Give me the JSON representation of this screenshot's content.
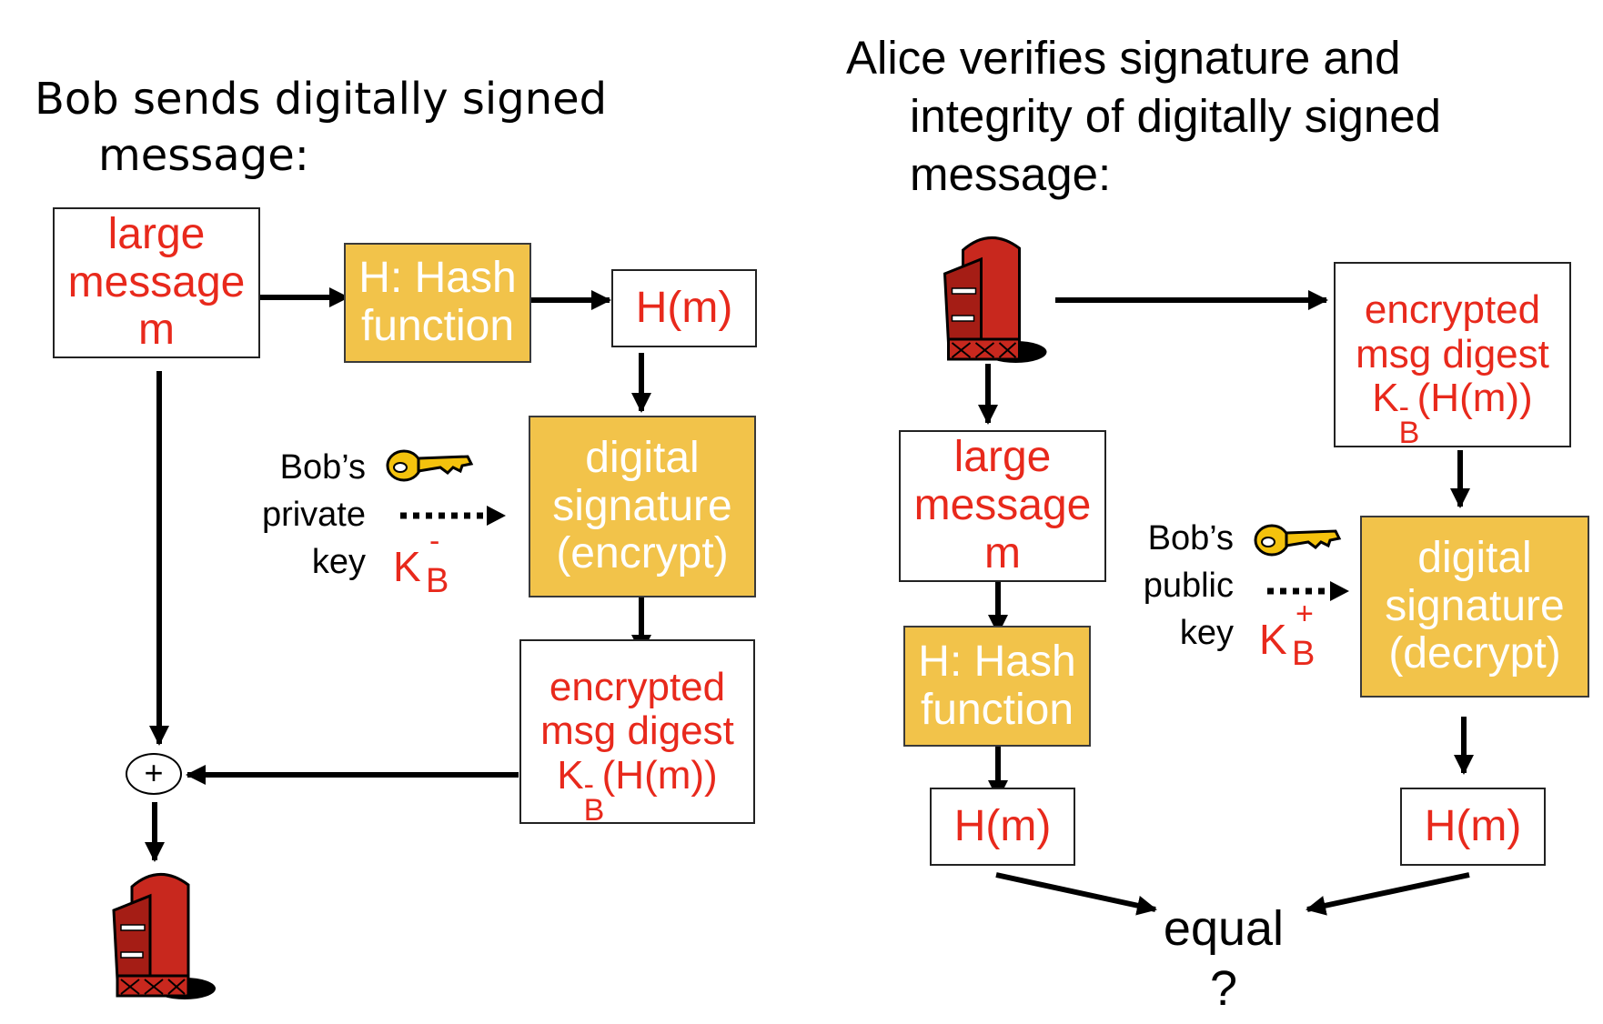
{
  "left": {
    "title_line1": "Bob sends digitally signed",
    "title_line2": "message:",
    "large_message": [
      "large",
      "message",
      "m"
    ],
    "hash_function": [
      "H: Hash",
      "function"
    ],
    "hm": "H(m)",
    "digital_signature": [
      "digital",
      "signature",
      "(encrypt)"
    ],
    "encrypted_digest": [
      "encrypted",
      "msg digest",
      "K",
      "-",
      "B",
      "(H(m))"
    ],
    "key_label": [
      "Bob’s",
      "private",
      "key"
    ],
    "key_symbol": "K",
    "key_sign": "-",
    "key_sub": "B",
    "plus": "+"
  },
  "right": {
    "title_line1": "Alice verifies signature and",
    "title_line2": "integrity of digitally signed",
    "title_line3": "message:",
    "encrypted_digest": [
      "encrypted",
      "msg digest",
      "K",
      "-",
      "B",
      "(H(m))"
    ],
    "large_message": [
      "large",
      "message",
      "m"
    ],
    "hash_function": [
      "H: Hash",
      "function"
    ],
    "digital_signature": [
      "digital",
      "signature",
      "(decrypt)"
    ],
    "key_label": [
      "Bob’s",
      "public",
      "key"
    ],
    "key_symbol": "K",
    "key_sign": "+",
    "key_sub": "B",
    "hm_left": "H(m)",
    "hm_right": "H(m)",
    "equal": "equal",
    "question": "?"
  },
  "colors": {
    "red_text": "#e8291c",
    "gold_box": "#f2c34a",
    "mailbox_red": "#c8281e",
    "key_yellow": "#f4c20d"
  },
  "icons": [
    "mailbox-icon",
    "key-icon"
  ]
}
